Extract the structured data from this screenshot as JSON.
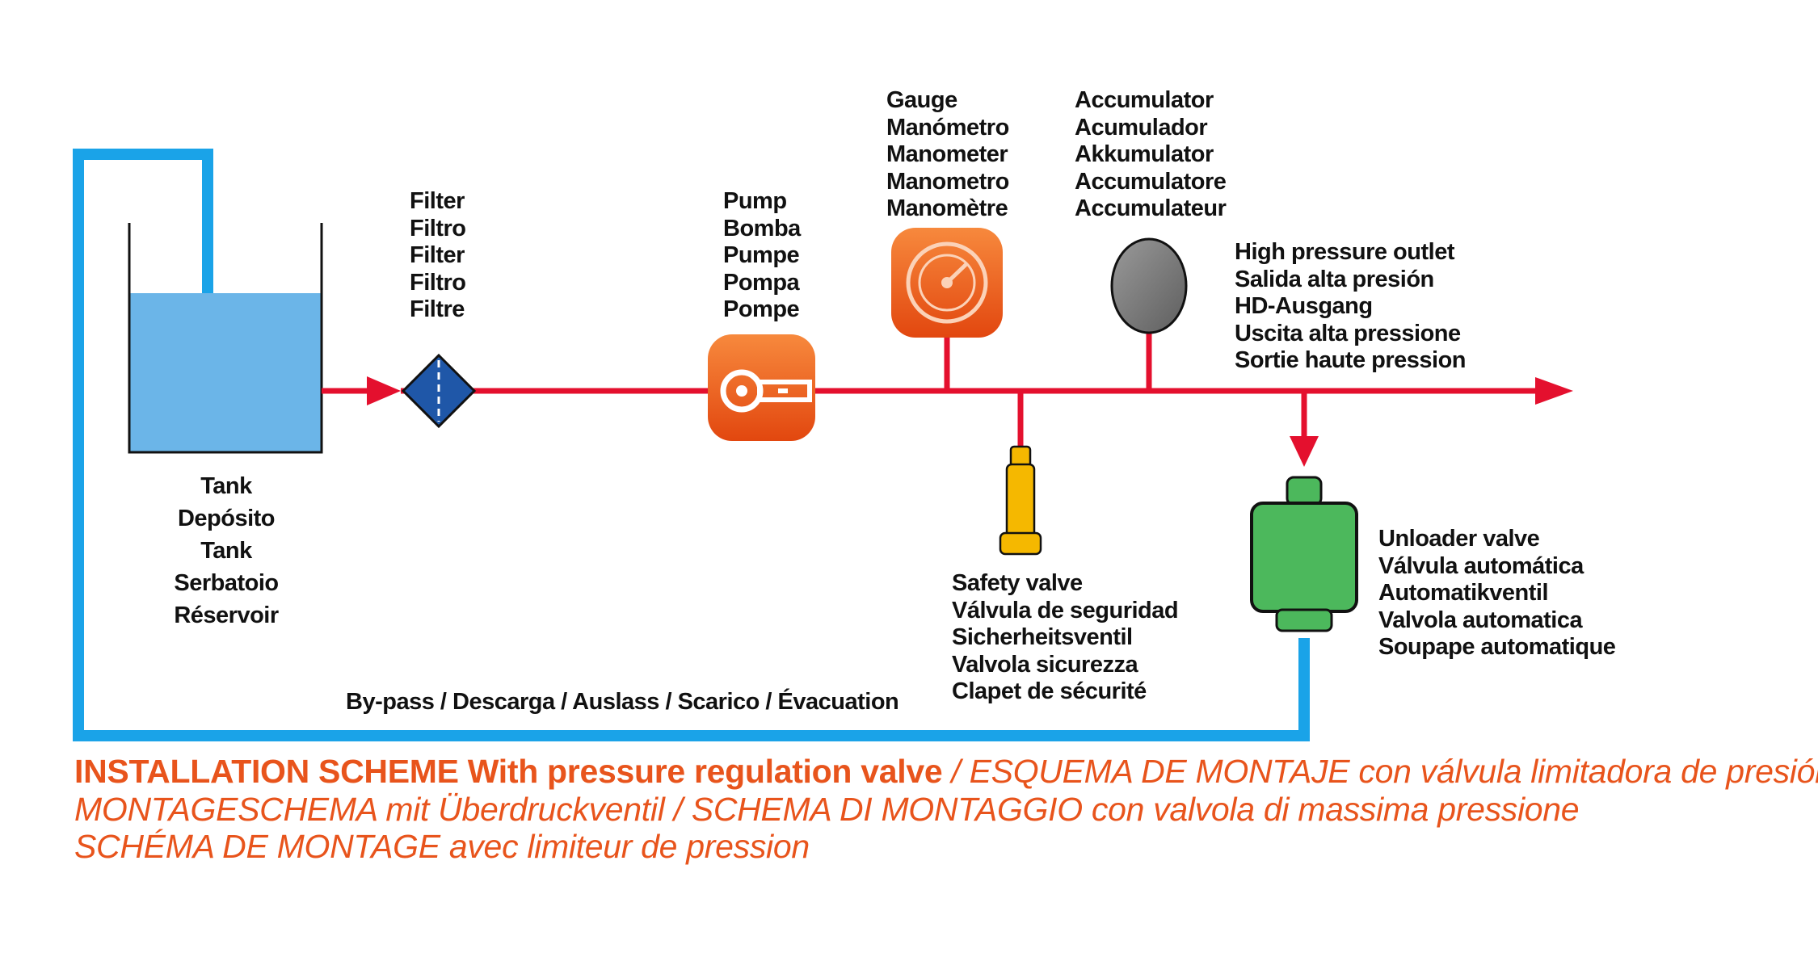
{
  "colors": {
    "pipe_pressure": "#e4102e",
    "bypass_line": "#1aa3e8",
    "tank_fluid": "#6bb5e8",
    "filter": "#1f57a8",
    "pump": "#f26522",
    "gauge": "#f26522",
    "accumulator": "#7a7a7a",
    "safety_valve": "#f5b800",
    "unloader_valve": "#4cb85c",
    "caption": "#e8541c"
  },
  "icons": {
    "filter": "filter-diamond-icon",
    "pump": "pump-icon",
    "gauge": "pressure-gauge-icon",
    "accumulator": "accumulator-icon",
    "safety_valve": "safety-valve-icon",
    "unloader_valve": "unloader-valve-icon"
  },
  "labels": {
    "tank": [
      "Tank",
      "Depósito",
      "Tank",
      "Serbatoio",
      "Réservoir"
    ],
    "filter": [
      "Filter",
      "Filtro",
      "Filter",
      "Filtro",
      "Filtre"
    ],
    "pump": [
      "Pump",
      "Bomba",
      "Pumpe",
      "Pompa",
      "Pompe"
    ],
    "gauge": [
      "Gauge",
      "Manómetro",
      "Manometer",
      "Manometro",
      "Manomètre"
    ],
    "accumulator": [
      "Accumulator",
      "Acumulador",
      "Akkumulator",
      "Accumulatore",
      "Accumulateur"
    ],
    "outlet": [
      "High pressure outlet",
      "Salida alta presión",
      "HD-Ausgang",
      "Uscita alta pressione",
      "Sortie haute pression"
    ],
    "safety_valve": [
      "Safety valve",
      "Válvula de seguridad",
      "Sicherheitsventil",
      "Valvola sicurezza",
      "Clapet de sécurité"
    ],
    "unloader_valve": [
      "Unloader valve",
      "Válvula automática",
      "Automatikventil",
      "Valvola automatica",
      "Soupape automatique"
    ],
    "bypass": "By-pass / Descarga / Auslass / Scarico / Évacuation"
  },
  "caption": {
    "title_bold": "INSTALLATION SCHEME With pressure regulation valve",
    "line1_rest": " / ESQUEMA DE MONTAJE con válvula limitadora de presión",
    "line2": "MONTAGESCHEMA mit Überdruckventil / SCHEMA DI MONTAGGIO con valvola di massima pressione",
    "line3": "SCHÉMA DE MONTAGE avec limiteur de pression"
  }
}
